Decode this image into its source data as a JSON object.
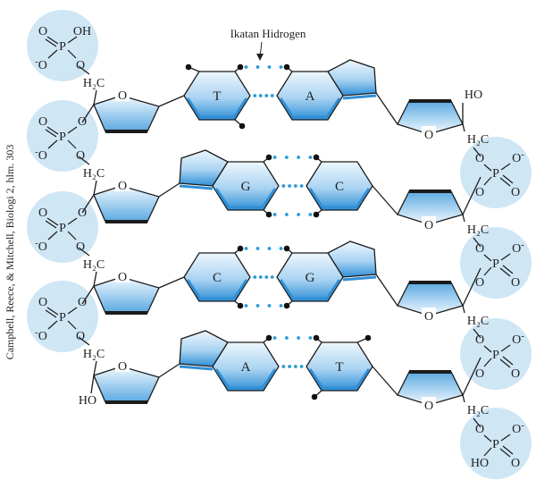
{
  "title_label": "Ikatan Hidrogen",
  "credit": "Campbell, Reece, & Mitchell, Biologi 2, hlm. 303",
  "colors": {
    "phosphate": "#cfe6f5",
    "base_light": "#e6f3fc",
    "base_dark": "#2f8fd6",
    "edge": "#1b1b1b",
    "hbond": "#2a9ad6"
  },
  "atoms": {
    "O": "O",
    "P": "P",
    "O_minus": "O",
    "minus": "-",
    "OH": "OH",
    "HO": "HO",
    "H2C": "H₂C"
  },
  "rows": [
    {
      "left_base": "T",
      "right_base": "A",
      "hbonds": 2
    },
    {
      "left_base": "G",
      "right_base": "C",
      "hbonds": 3
    },
    {
      "left_base": "C",
      "right_base": "G",
      "hbonds": 3
    },
    {
      "left_base": "A",
      "right_base": "T",
      "hbonds": 2
    }
  ]
}
